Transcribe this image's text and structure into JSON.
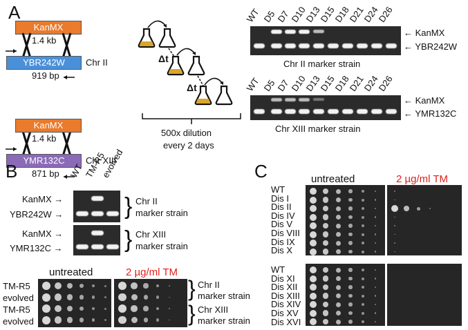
{
  "panelA": {
    "letter": "A",
    "constructs": [
      {
        "cassette": "KanMX",
        "cassette_size": "1.4 kb",
        "gene": "YBR242W",
        "gene_size": "919 bp",
        "chromosome": "Chr II",
        "gene_color": "#4a90d9"
      },
      {
        "cassette": "KanMX",
        "cassette_size": "1.4 kb",
        "gene": "YMR132C",
        "gene_size": "871 bp",
        "chromosome": "Chr XIII",
        "gene_color": "#8b6bb8"
      }
    ],
    "cassette_color": "#ea7a2c",
    "flask_color": "#d9a52b",
    "dt_label": "Δt",
    "dilution_line1": "500x dilution",
    "dilution_line2": "every 2 days",
    "gels": [
      {
        "lanes": [
          "WT",
          "D5",
          "D7",
          "D10",
          "D13",
          "D15",
          "D18",
          "D21",
          "D24",
          "D26"
        ],
        "upper_label": "KanMX",
        "lower_label": "YBR242W",
        "caption": "Chr II marker strain"
      },
      {
        "lanes": [
          "WT",
          "D5",
          "D7",
          "D10",
          "D13",
          "D15",
          "D18",
          "D21",
          "D24",
          "D26"
        ],
        "upper_label": "KanMX",
        "lower_label": "YMR132C",
        "caption": "Chr XIII marker strain"
      }
    ]
  },
  "panelB": {
    "letter": "B",
    "lanes": [
      "WT",
      "TM-R5",
      "evolved"
    ],
    "gels": [
      {
        "upper_label": "KanMX",
        "lower_label": "YBR242W",
        "caption1": "Chr II",
        "caption2": "marker strain"
      },
      {
        "upper_label": "KanMX",
        "lower_label": "YMR132C",
        "caption1": "Chr XIII",
        "caption2": "marker strain"
      }
    ],
    "spot_header_untreated": "untreated",
    "spot_header_tm": "2 µg/ml TM",
    "spot_rows": [
      "TM-R5",
      "evolved",
      "TM-R5",
      "evolved"
    ],
    "spot_captions": [
      {
        "line1": "Chr II",
        "line2": "marker strain"
      },
      {
        "line1": "Chr XIII",
        "line2": "marker strain"
      }
    ]
  },
  "panelC": {
    "letter": "C",
    "header_untreated": "untreated",
    "header_tm": "2 µg/ml TM",
    "group1": [
      "WT",
      "Dis I",
      "Dis II",
      "Dis IV",
      "Dis V",
      "Dis VIII",
      "Dis IX",
      "Dis X"
    ],
    "group2": [
      "WT",
      "Dis XI",
      "Dis XII",
      "Dis XIII",
      "Dis XIV",
      "Dis XV",
      "Dis XVI"
    ]
  }
}
